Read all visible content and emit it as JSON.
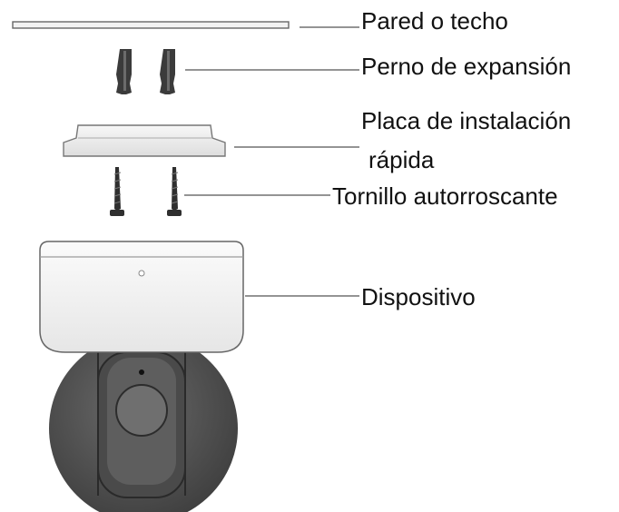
{
  "labels": {
    "wall": "Pared o techo",
    "anchor": "Perno de expansión",
    "plate_line1": "Placa de instalación",
    "plate_line2": "rápida",
    "screw": "Tornillo autorroscante",
    "device": "Dispositivo"
  }
}
